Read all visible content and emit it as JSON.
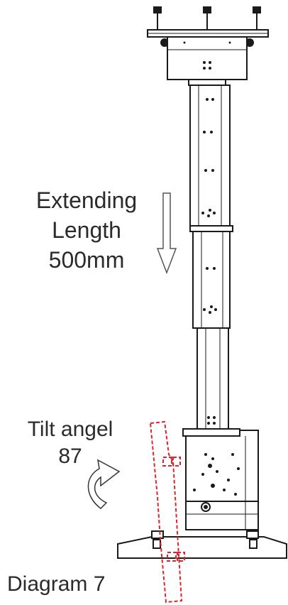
{
  "labels": {
    "extending_line1": "Extending",
    "extending_line2": "Length",
    "extending_line3": "500mm",
    "tilt_line1": "Tilt angel",
    "tilt_line2": "87",
    "caption": "Diagram 7"
  },
  "colors": {
    "line": "#1a1a1a",
    "text": "#2b2b2b",
    "tilt_outline": "#e0242a"
  },
  "icons": {
    "extend_arrow": "down-arrow-icon",
    "tilt_arrow": "curved-arrow-icon"
  }
}
